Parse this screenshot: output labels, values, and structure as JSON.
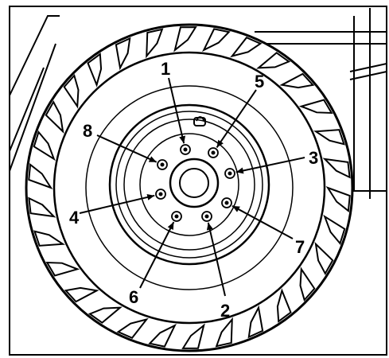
{
  "callouts": [
    {
      "key": "c1",
      "label": "1"
    },
    {
      "key": "c2",
      "label": "2"
    },
    {
      "key": "c3",
      "label": "3"
    },
    {
      "key": "c4",
      "label": "4"
    },
    {
      "key": "c5",
      "label": "5"
    },
    {
      "key": "c6",
      "label": "6"
    },
    {
      "key": "c7",
      "label": "7"
    },
    {
      "key": "c8",
      "label": "8"
    }
  ],
  "lug_nut_count": 8,
  "tread_lug_count": 30,
  "colors": {
    "line": "#000000",
    "background": "#ffffff"
  }
}
